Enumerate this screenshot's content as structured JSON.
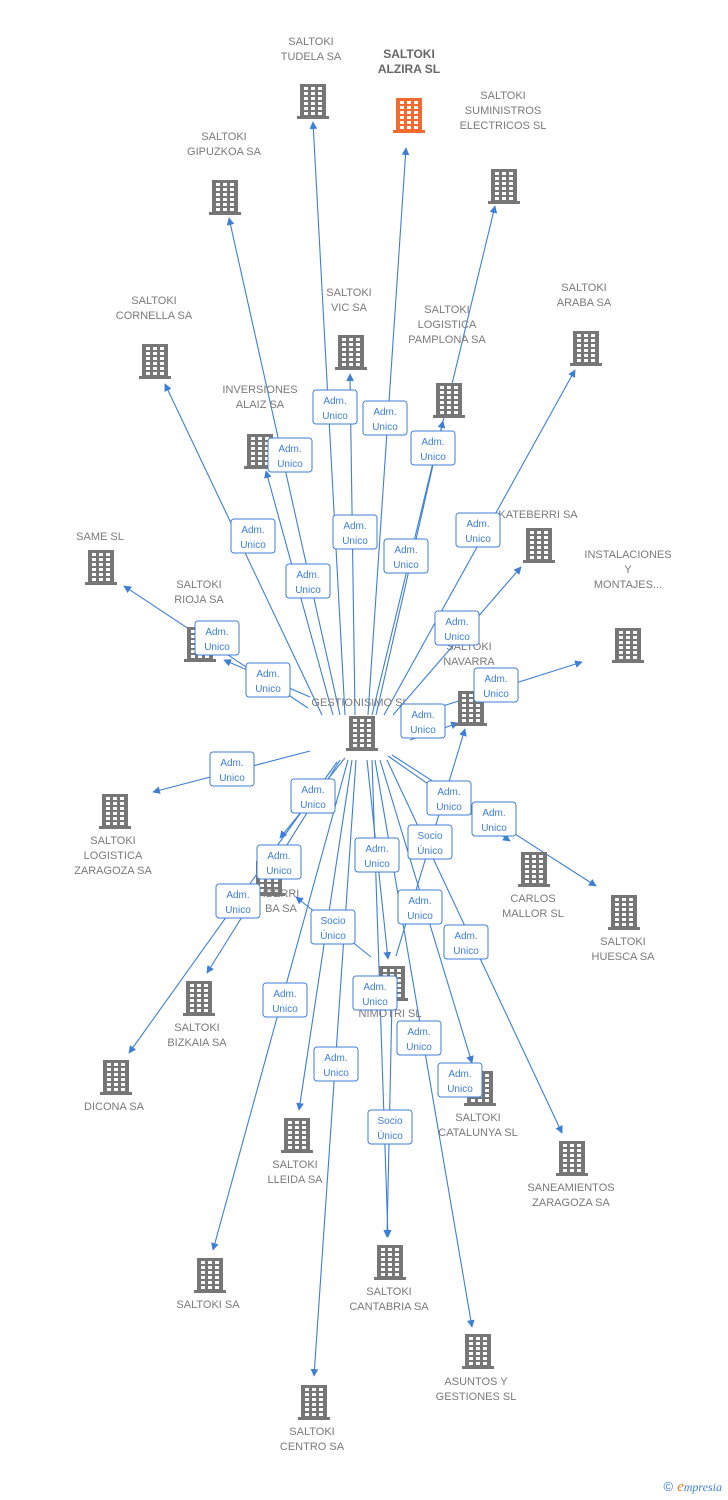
{
  "colors": {
    "edge": "#3d7fd6",
    "building": "#767676",
    "highlight": "#f26a2e",
    "label": "#7a7a7a"
  },
  "center_node": "gestionisimo",
  "nodes": [
    {
      "id": "gestionisimo",
      "lines": [
        "GESTIONISIMO SL"
      ],
      "icon": "building-icon"
    },
    {
      "id": "tudela",
      "lines": [
        "SALTOKI",
        "TUDELA SA"
      ],
      "icon": "building-icon"
    },
    {
      "id": "alzira",
      "lines": [
        "SALTOKI",
        "ALZIRA  SL"
      ],
      "icon": "building-icon",
      "highlight": true
    },
    {
      "id": "suministros",
      "lines": [
        "SALTOKI",
        "SUMINISTROS",
        "ELECTRICOS SL"
      ],
      "icon": "building-icon"
    },
    {
      "id": "gipuzkoa",
      "lines": [
        "SALTOKI",
        "GIPUZKOA SA"
      ],
      "icon": "building-icon"
    },
    {
      "id": "vic",
      "lines": [
        "SALTOKI",
        "VIC SA"
      ],
      "icon": "building-icon"
    },
    {
      "id": "araba",
      "lines": [
        "SALTOKI",
        "ARABA SA"
      ],
      "icon": "building-icon"
    },
    {
      "id": "cornella",
      "lines": [
        "SALTOKI",
        "CORNELLA SA"
      ],
      "icon": "building-icon"
    },
    {
      "id": "logpamplona",
      "lines": [
        "SALTOKI",
        "LOGISTICA",
        "PAMPLONA SA"
      ],
      "icon": "building-icon"
    },
    {
      "id": "alaiz",
      "lines": [
        "INVERSIONES",
        "ALAIZ SA"
      ],
      "icon": "building-icon"
    },
    {
      "id": "kateberri",
      "lines": [
        "KATEBERRI SA"
      ],
      "icon": "building-icon"
    },
    {
      "id": "same",
      "lines": [
        "SAME SL"
      ],
      "icon": "building-icon"
    },
    {
      "id": "instalaciones",
      "lines": [
        "INSTALACIONES",
        "Y",
        "MONTAJES..."
      ],
      "icon": "building-icon"
    },
    {
      "id": "rioja",
      "lines": [
        "SALTOKI",
        "RIOJA SA"
      ],
      "icon": "building-icon"
    },
    {
      "id": "navarra",
      "lines": [
        "SALTOKI",
        "NAVARRA"
      ],
      "icon": "building-icon"
    },
    {
      "id": "logzaragoza",
      "lines": [
        "SALTOKI",
        "LOGISTICA",
        "ZARAGOZA SA"
      ],
      "icon": "building-icon"
    },
    {
      "id": "carlos",
      "lines": [
        "CARLOS",
        "MALLOR SL"
      ],
      "icon": "building-icon"
    },
    {
      "id": "huesca",
      "lines": [
        "SALTOKI",
        "HUESCA SA"
      ],
      "icon": "building-icon"
    },
    {
      "id": "iberri",
      "lines": [
        "IBERRI",
        "BA SA"
      ],
      "icon": "building-icon"
    },
    {
      "id": "bizkaia",
      "lines": [
        "SALTOKI",
        "BIZKAIA SA"
      ],
      "icon": "building-icon"
    },
    {
      "id": "nimotri",
      "lines": [
        "NIMOTRI SL"
      ],
      "icon": "building-icon"
    },
    {
      "id": "dicona",
      "lines": [
        "DICONA SA"
      ],
      "icon": "building-icon"
    },
    {
      "id": "catalunya",
      "lines": [
        "SALTOKI",
        "CATALUNYA SL"
      ],
      "icon": "building-icon"
    },
    {
      "id": "lleida",
      "lines": [
        "SALTOKI",
        "LLEIDA SA"
      ],
      "icon": "building-icon"
    },
    {
      "id": "saneamientos",
      "lines": [
        "SANEAMIENTOS",
        "ZARAGOZA SA"
      ],
      "icon": "building-icon"
    },
    {
      "id": "saltokisa",
      "lines": [
        "SALTOKI SA"
      ],
      "icon": "building-icon"
    },
    {
      "id": "cantabria",
      "lines": [
        "SALTOKI",
        "CANTABRIA SA"
      ],
      "icon": "building-icon"
    },
    {
      "id": "asuntos",
      "lines": [
        "ASUNTOS Y",
        "GESTIONES SL"
      ],
      "icon": "building-icon"
    },
    {
      "id": "centro",
      "lines": [
        "SALTOKI",
        "CENTRO SA"
      ],
      "icon": "building-icon"
    }
  ],
  "edges": [
    {
      "id": "e-tudela",
      "to": "tudela",
      "lines": [
        "Adm.",
        "Unico"
      ]
    },
    {
      "id": "e-alzira",
      "to": "alzira",
      "lines": [
        "Adm.",
        "Unico"
      ]
    },
    {
      "id": "e-suministros",
      "to": "suministros",
      "lines": [
        "Adm.",
        "Unico"
      ]
    },
    {
      "id": "e-gipuzkoa",
      "to": "gipuzkoa",
      "lines": [
        "Adm.",
        "Unico"
      ]
    },
    {
      "id": "e-vic",
      "to": "vic",
      "lines": [
        "Adm.",
        "Unico"
      ]
    },
    {
      "id": "e-araba",
      "to": "araba",
      "lines": [
        "Adm.",
        "Unico"
      ]
    },
    {
      "id": "e-cornella",
      "to": "cornella",
      "lines": [
        "Adm.",
        "Unico"
      ]
    },
    {
      "id": "e-logpamplona",
      "to": "logpamplona",
      "lines": [
        "Adm.",
        "Unico"
      ]
    },
    {
      "id": "e-alaiz",
      "to": "alaiz",
      "lines": [
        "Adm.",
        "Unico"
      ]
    },
    {
      "id": "e-kateberri",
      "to": "kateberri",
      "lines": [
        "Adm.",
        "Unico"
      ]
    },
    {
      "id": "e-same",
      "to": "same",
      "lines": [
        "Adm.",
        "Unico"
      ]
    },
    {
      "id": "e-instalaciones",
      "to": "instalaciones",
      "lines": [
        "Adm.",
        "Unico"
      ]
    },
    {
      "id": "e-rioja",
      "to": "rioja",
      "lines": [
        "Adm.",
        "Unico"
      ]
    },
    {
      "id": "e-navarra",
      "to": "navarra",
      "lines": [
        "Adm.",
        "Unico"
      ]
    },
    {
      "id": "e-logzaragoza",
      "to": "logzaragoza",
      "lines": [
        "Adm.",
        "Unico"
      ]
    },
    {
      "id": "e-carlos",
      "to": "carlos",
      "lines": [
        "Adm.",
        "Unico"
      ]
    },
    {
      "id": "e-huesca",
      "to": "huesca",
      "lines": [
        "Adm.",
        "Unico"
      ]
    },
    {
      "id": "e-iberri",
      "to": "iberri",
      "lines": [
        "Adm.",
        "Unico"
      ]
    },
    {
      "id": "e-bizkaia",
      "to": "bizkaia",
      "lines": [
        "Adm.",
        "Unico"
      ]
    },
    {
      "id": "e-dicona",
      "to": "dicona",
      "lines": [
        "Adm.",
        "Unico"
      ]
    },
    {
      "id": "e-nimotri",
      "to": "nimotri",
      "lines": [
        "Adm.",
        "Unico"
      ]
    },
    {
      "id": "e-catalunya",
      "to": "catalunya",
      "lines": [
        "Adm.",
        "Unico"
      ]
    },
    {
      "id": "e-lleida",
      "to": "lleida",
      "lines": [
        "Adm.",
        "Unico"
      ]
    },
    {
      "id": "e-saneamientos",
      "to": "saneamientos",
      "lines": [
        "Adm.",
        "Unico"
      ]
    },
    {
      "id": "e-saltokisa",
      "to": "saltokisa",
      "lines": [
        "Adm.",
        "Unico"
      ]
    },
    {
      "id": "e-centro",
      "to": "centro",
      "lines": [
        "Adm.",
        "Unico"
      ]
    },
    {
      "id": "e-cantabria",
      "to": "cantabria",
      "lines": [
        "Adm.",
        "Unico"
      ]
    },
    {
      "id": "e-asuntos",
      "to": "asuntos",
      "lines": [
        "Adm.",
        "Unico"
      ]
    },
    {
      "id": "e-socio-navarra",
      "to": "navarra",
      "lines": [
        "Socio",
        "Único"
      ]
    },
    {
      "id": "e-socio-iberri",
      "to": "iberri",
      "lines": [
        "Socio",
        "Único"
      ]
    },
    {
      "id": "e-socio-cantabria",
      "to": "cantabria",
      "lines": [
        "Socio",
        "Único"
      ]
    }
  ],
  "footer": {
    "copyright": "©",
    "brand_initial": "e",
    "brand_rest": "mpresia"
  }
}
